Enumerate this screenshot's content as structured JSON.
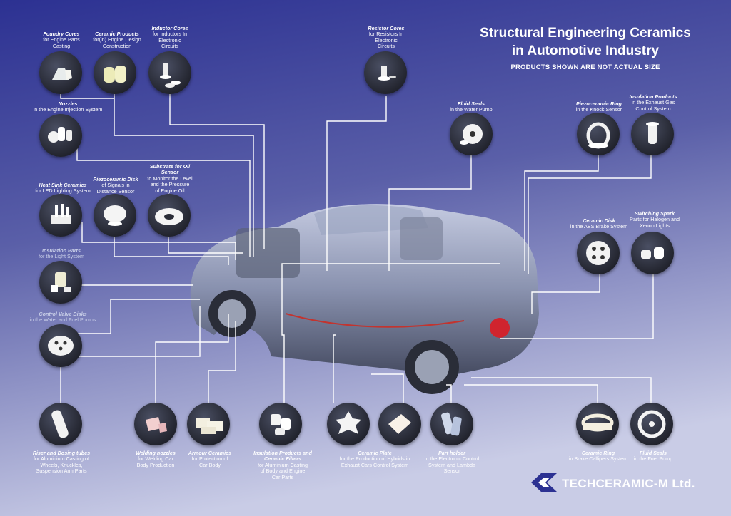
{
  "header": {
    "title_line1": "Structural Engineering Ceramics",
    "title_line2": "in Automotive Industry",
    "subtitle": "PRODUCTS SHOWN ARE NOT ACTUAL SIZE"
  },
  "brand": "TECHCERAMIC-M Ltd.",
  "colors": {
    "bg_top": "#2c3192",
    "bg_bottom": "#c9cce6",
    "line": "#ffffff"
  },
  "items": [
    {
      "id": "foundry",
      "title": "Foundry Cores",
      "desc": [
        "for Engine Parts",
        "Casting"
      ],
      "icon": "foundry-cores-icon"
    },
    {
      "id": "ceramic-products",
      "title": "Ceramic Products",
      "desc": [
        "for(in) Engine Design",
        "Construction"
      ],
      "icon": "ceramic-tubes-icon"
    },
    {
      "id": "inductor",
      "title": "Inductor  Cores",
      "desc": [
        "for Inductors In",
        "Electronic",
        "Circuits"
      ],
      "icon": "inductor-cores-icon"
    },
    {
      "id": "resistor",
      "title": "Resistor Cores",
      "desc": [
        "for Resistors In",
        "Electronic",
        "Circuits"
      ],
      "icon": "resistor-cores-icon"
    },
    {
      "id": "nozzles",
      "title": "Nozzles",
      "desc": [
        "in the Engine Injection System"
      ],
      "icon": "nozzles-icon"
    },
    {
      "id": "fluid-seals-water",
      "title": "Fluid Seals",
      "desc": [
        "in the Water Pump"
      ],
      "icon": "fluid-seal-icon"
    },
    {
      "id": "piezo-ring",
      "title": "Piezoceramic Ring",
      "desc": [
        "in the Knock Sensor"
      ],
      "icon": "piezo-ring-icon"
    },
    {
      "id": "insulation-exhaust",
      "title": "Insulation Products",
      "desc": [
        "in the Exhaust Gas",
        "Control System"
      ],
      "icon": "insulator-icon"
    },
    {
      "id": "heat-sink",
      "title": "Heat Sink Ceramics",
      "desc": [
        "for LED Lighting System"
      ],
      "icon": "heat-sink-icon"
    },
    {
      "id": "piezo-disk",
      "title": "Piezoceramic Disk",
      "desc": [
        "of Signals in",
        "Distance Sensor"
      ],
      "icon": "piezo-disk-icon"
    },
    {
      "id": "substrate",
      "title": "Substrate for Oil Sensor",
      "desc": [
        "to Monitor the Level",
        "and the Pressure",
        "of Engine Oil"
      ],
      "icon": "substrate-ring-icon"
    },
    {
      "id": "ceramic-disk",
      "title": "Ceramic Disk",
      "desc": [
        "in the ABS Brake System"
      ],
      "icon": "perforated-disk-icon"
    },
    {
      "id": "switching-spark",
      "title": "Switching Spark",
      "desc": [
        "Parts for Halogen and",
        "Xenon Lights"
      ],
      "icon": "spark-parts-icon"
    },
    {
      "id": "insulation-parts",
      "title": "Insulation Parts",
      "desc": [
        "for the Light System"
      ],
      "icon": "insulation-parts-icon"
    },
    {
      "id": "control-valve",
      "title": "Control Valve Disks",
      "desc": [
        "in the Water and Fuel Pumps"
      ],
      "icon": "valve-disk-icon"
    },
    {
      "id": "riser",
      "title": "Riser and Dosing tubes",
      "desc": [
        "for Aluminium Casting of",
        "Wheels, Knuckles,",
        "Suspension Arm Parts"
      ],
      "icon": "riser-tube-icon"
    },
    {
      "id": "welding",
      "title": "Welding nozzles",
      "desc": [
        "for Welding Car",
        "Body Production"
      ],
      "icon": "welding-nozzle-icon"
    },
    {
      "id": "armour",
      "title": "Armour Ceramics",
      "desc": [
        "for Protection of",
        "Car Body"
      ],
      "icon": "armour-tiles-icon"
    },
    {
      "id": "filters",
      "title": "Insulation Products and Ceramic Filters",
      "desc": [
        "for Aluminium Casting",
        "of Body and Engine",
        "Car Parts"
      ],
      "icon": "filters-icon"
    },
    {
      "id": "ceramic-plate",
      "title": "Ceramic Plate",
      "desc": [
        "for the Production of Hybrids in",
        "Exhaust Cars Control System"
      ],
      "icon": "ceramic-plate-icon"
    },
    {
      "id": "part-holder",
      "title": "Part holder",
      "desc": [
        "in the Electronic Control",
        "System and Lambda",
        "Sensor"
      ],
      "icon": "part-holder-icon"
    },
    {
      "id": "ceramic-ring",
      "title": "Ceramic Ring",
      "desc": [
        "in Brake Callipers System"
      ],
      "icon": "ceramic-ring-icon"
    },
    {
      "id": "fluid-seals-fuel",
      "title": "Fluid Seals",
      "desc": [
        "in the Fuel Pump"
      ],
      "icon": "fuel-seal-icon"
    }
  ]
}
